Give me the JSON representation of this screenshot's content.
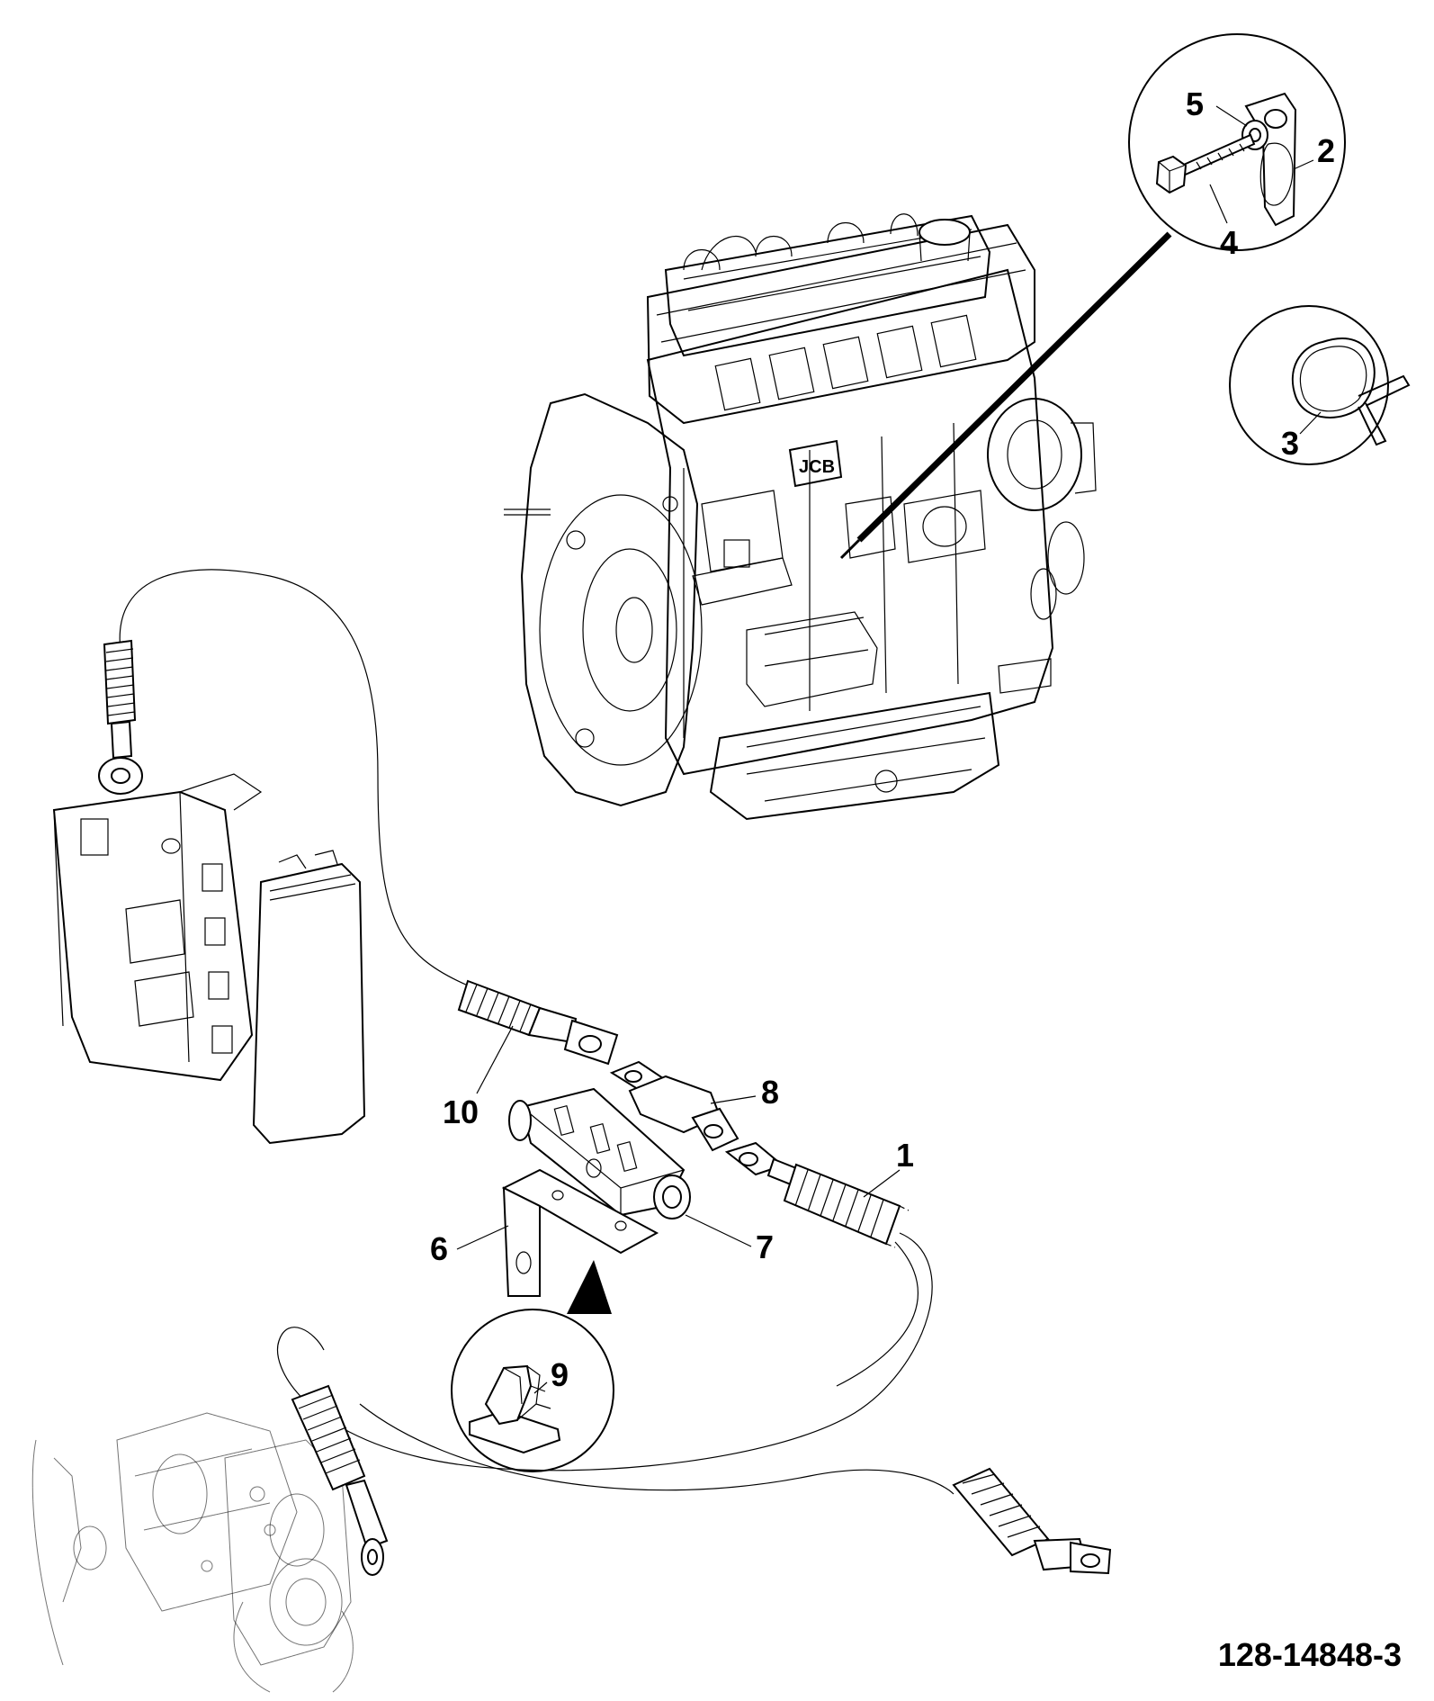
{
  "figure_number": "128-14848-3",
  "callouts": {
    "c1": "1",
    "c2": "2",
    "c3": "3",
    "c4": "4",
    "c5": "5",
    "c6": "6",
    "c7": "7",
    "c8": "8",
    "c9": "9",
    "c10": "10"
  }
}
